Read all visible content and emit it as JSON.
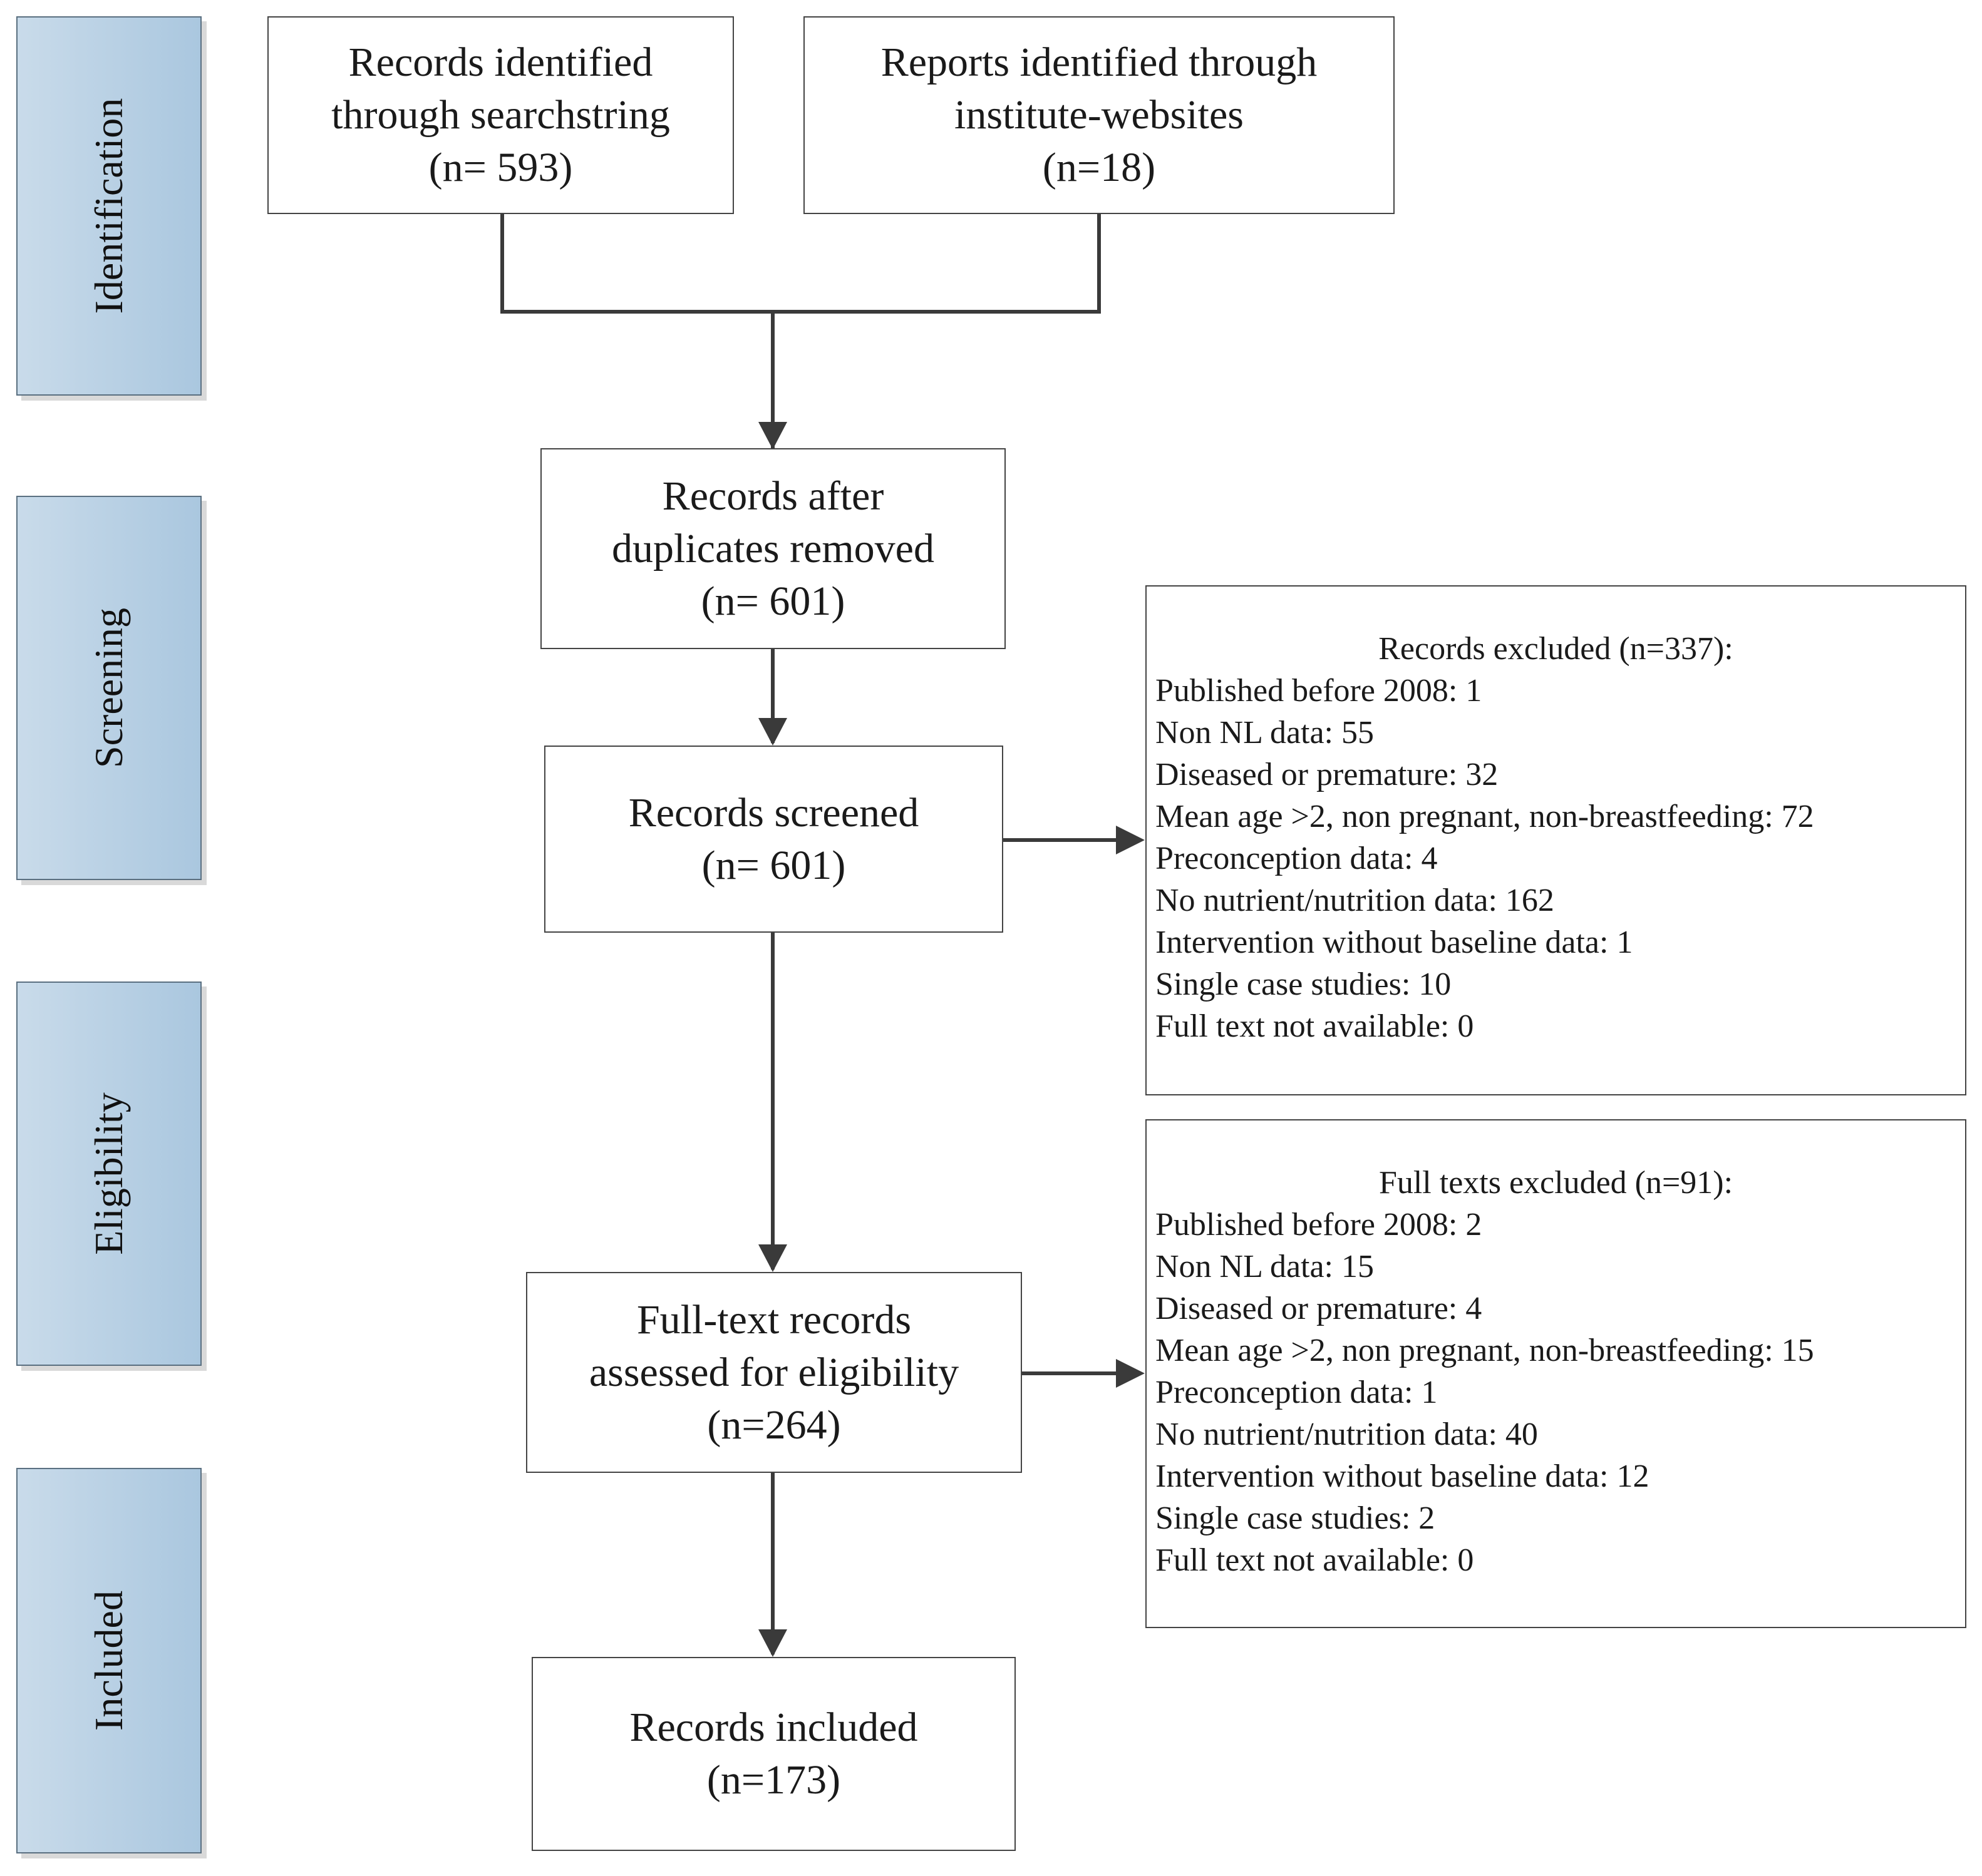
{
  "stages": {
    "identification": "Identification",
    "screening": "Screening",
    "eligibility": "Eligibility",
    "included": "Included"
  },
  "boxes": {
    "records_identified": {
      "line1": "Records identified",
      "line2": "through searchstring",
      "line3": "(n= 593)"
    },
    "reports_identified": {
      "line1": "Reports identified through",
      "line2": "institute-websites",
      "line3": "(n=18)"
    },
    "after_duplicates": {
      "line1": "Records after",
      "line2": "duplicates removed",
      "line3": "(n= 601)"
    },
    "screened": {
      "line1": "Records screened",
      "line2": "(n= 601)"
    },
    "full_text": {
      "line1": "Full-text records",
      "line2": "assessed for eligibility",
      "line3": "(n=264)"
    },
    "included": {
      "line1": "Records included",
      "line2": "(n=173)"
    }
  },
  "records_excluded": {
    "title": "Records excluded (n=337):",
    "items": [
      "Published before 2008: 1",
      "Non NL data: 55",
      "Diseased or premature: 32",
      "Mean age >2, non pregnant, non-breastfeeding: 72",
      "Preconception data: 4",
      "No nutrient/nutrition data: 162",
      "Intervention without baseline data: 1",
      "Single case studies: 10",
      "Full text not available: 0"
    ]
  },
  "fulltexts_excluded": {
    "title": "Full texts excluded (n=91):",
    "items": [
      "Published before 2008: 2",
      "Non NL data: 15",
      "Diseased or premature: 4",
      "Mean age >2, non pregnant, non-breastfeeding: 15",
      "Preconception data: 1",
      "No nutrient/nutrition data: 40",
      "Intervention without baseline data: 12",
      "Single case studies: 2",
      "Full text not available: 0"
    ]
  },
  "colors": {
    "stage_fill_light": "#c9dbea",
    "stage_fill_dark": "#aac7df",
    "stage_border": "#5a6f80",
    "box_border": "#444444",
    "arrow": "#3a3a3a"
  }
}
